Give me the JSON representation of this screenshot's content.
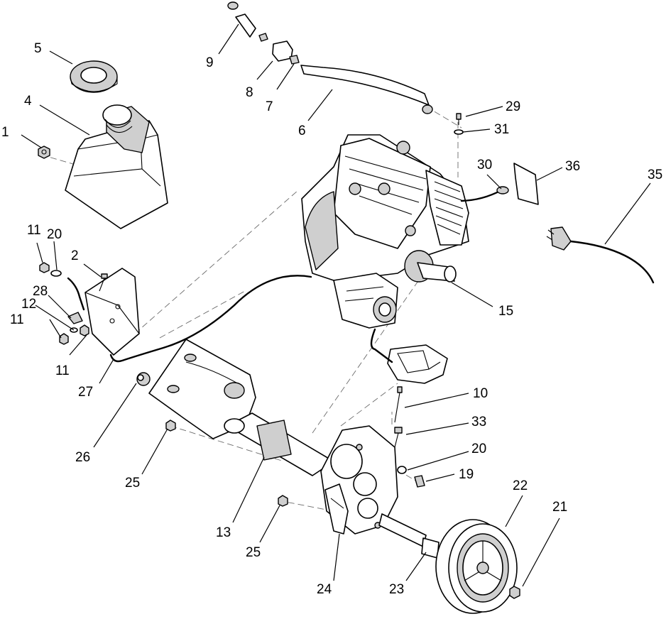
{
  "callouts": [
    {
      "id": "c1",
      "label": "1"
    },
    {
      "id": "c2",
      "label": "2"
    },
    {
      "id": "c4",
      "label": "4"
    },
    {
      "id": "c5",
      "label": "5"
    },
    {
      "id": "c6",
      "label": "6"
    },
    {
      "id": "c7",
      "label": "7"
    },
    {
      "id": "c8",
      "label": "8"
    },
    {
      "id": "c9",
      "label": "9"
    },
    {
      "id": "c10",
      "label": "10"
    },
    {
      "id": "c11a",
      "label": "11"
    },
    {
      "id": "c11b",
      "label": "11"
    },
    {
      "id": "c11c",
      "label": "11"
    },
    {
      "id": "c12",
      "label": "12"
    },
    {
      "id": "c13",
      "label": "13"
    },
    {
      "id": "c15",
      "label": "15"
    },
    {
      "id": "c19",
      "label": "19"
    },
    {
      "id": "c20a",
      "label": "20"
    },
    {
      "id": "c20b",
      "label": "20"
    },
    {
      "id": "c21",
      "label": "21"
    },
    {
      "id": "c22",
      "label": "22"
    },
    {
      "id": "c23",
      "label": "23"
    },
    {
      "id": "c24",
      "label": "24"
    },
    {
      "id": "c25a",
      "label": "25"
    },
    {
      "id": "c25b",
      "label": "25"
    },
    {
      "id": "c26",
      "label": "26"
    },
    {
      "id": "c27",
      "label": "27"
    },
    {
      "id": "c28",
      "label": "28"
    },
    {
      "id": "c29",
      "label": "29"
    },
    {
      "id": "c30",
      "label": "30"
    },
    {
      "id": "c31",
      "label": "31"
    },
    {
      "id": "c33",
      "label": "33"
    },
    {
      "id": "c35",
      "label": "35"
    },
    {
      "id": "c36",
      "label": "36"
    }
  ]
}
